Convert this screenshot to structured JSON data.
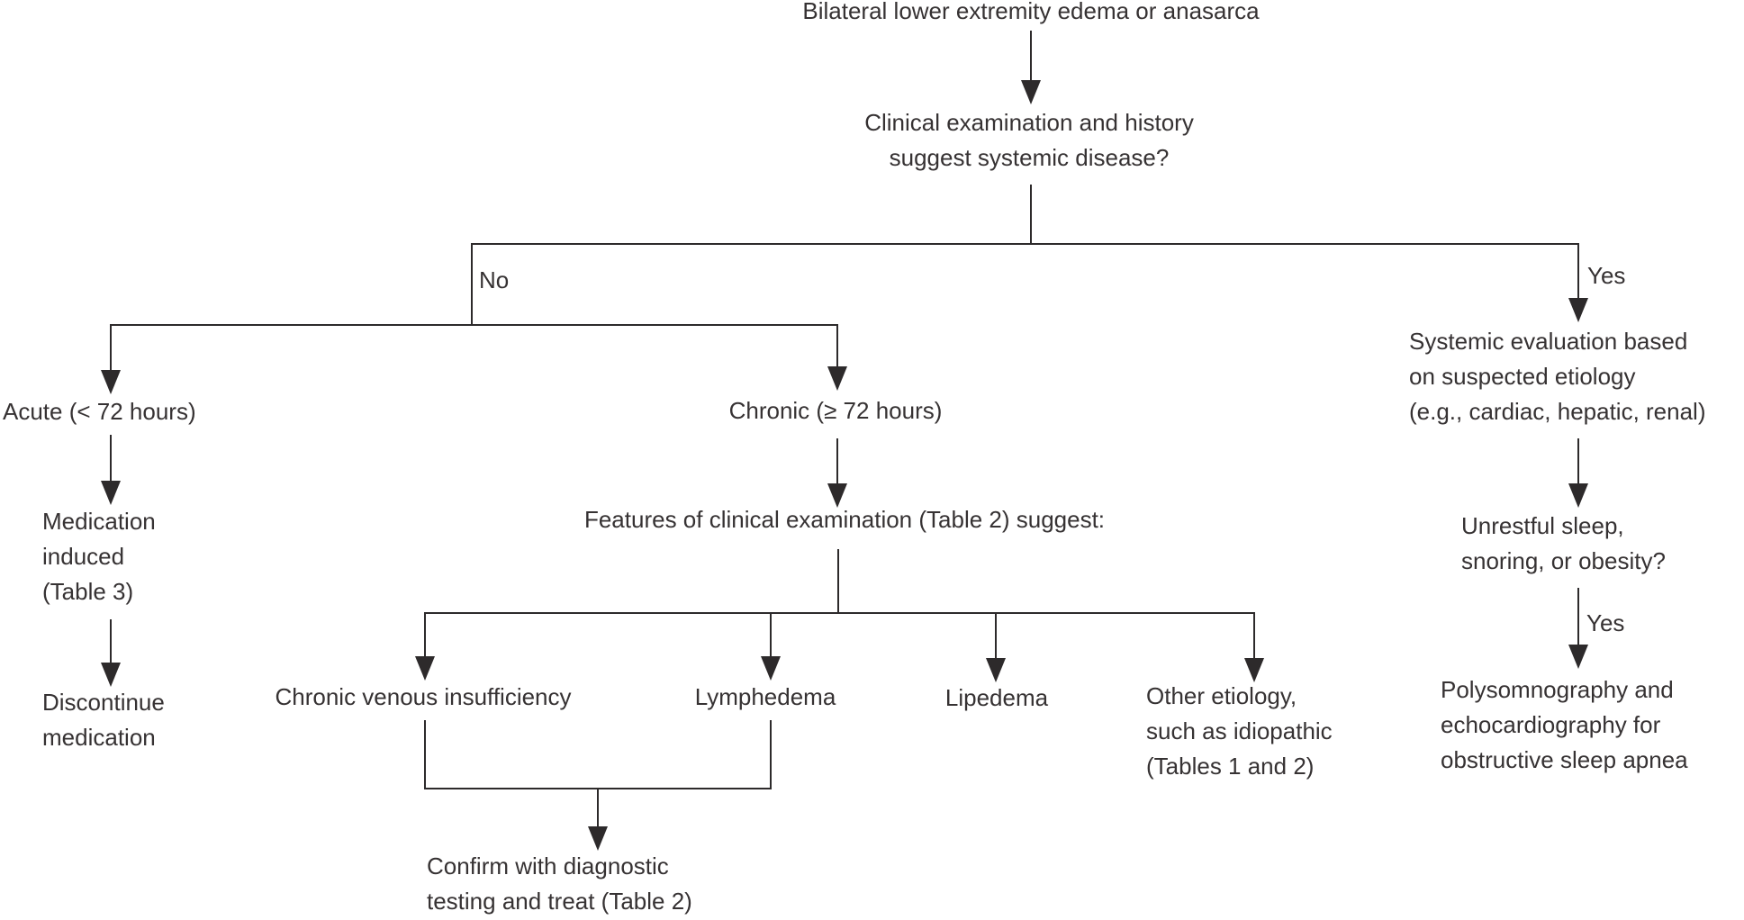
{
  "nodes": {
    "root": "Bilateral lower extremity edema or anasarca",
    "question": "Clinical examination and history\nsuggest systemic disease?",
    "no_label": "No",
    "yes_label": "Yes",
    "acute": "Acute (< 72 hours)",
    "chronic": "Chronic (≥ 72 hours)",
    "medication": "Medication\ninduced\n(Table 3)",
    "discontinue": "Discontinue\nmedication",
    "features": "Features of clinical examination (Table 2) suggest:",
    "cvi": "Chronic venous insufficiency",
    "lymphedema": "Lymphedema",
    "lipedema": "Lipedema",
    "other": "Other etiology,\nsuch as idiopathic\n(Tables 1 and 2)",
    "confirm": "Confirm with diagnostic\ntesting and treat (Table 2)",
    "systemic_eval": "Systemic evaluation based\non suspected etiology\n(e.g., cardiac, hepatic, renal)",
    "sleep_question": "Unrestful sleep,\nsnoring, or obesity?",
    "sleep_yes_label": "Yes",
    "polysomnography": "Polysomnography and\nechocardiography for\nobstructive sleep apnea"
  },
  "colors": {
    "text": "#363233",
    "line": "#2d2a2b",
    "background": "#ffffff"
  }
}
